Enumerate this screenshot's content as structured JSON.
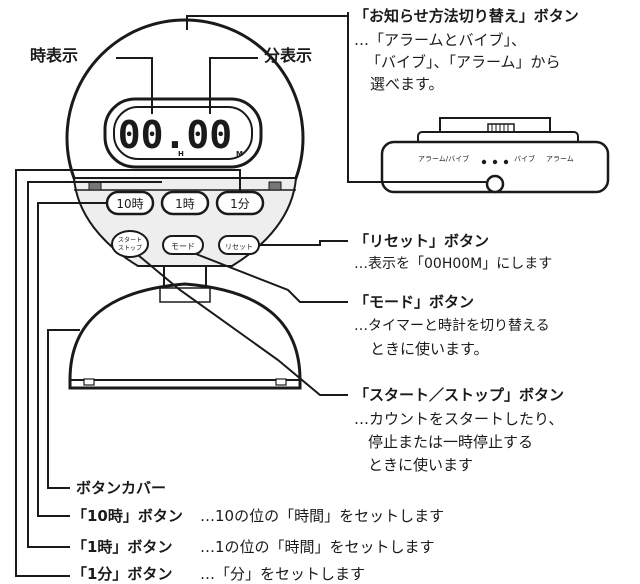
{
  "display": {
    "digits": "00.00",
    "hour_mark": "H",
    "minute_mark": "M"
  },
  "buttons": {
    "ten_hour": "10時",
    "one_hour": "1時",
    "one_minute": "1分",
    "start_stop_line1": "スタート",
    "start_stop_line2": "ストップ",
    "mode": "モード",
    "reset": "リセット"
  },
  "side_view": {
    "alarm_vibe": "アラーム/バイブ",
    "vibe": "バイブ",
    "alarm": "アラーム"
  },
  "labels": {
    "hour_display": "時表示",
    "minute_display": "分表示",
    "notify_switch_title": "「お知らせ方法切り替え」ボタン",
    "notify_switch_desc": [
      "…「アラームとバイブ」、",
      "「バイブ」、「アラーム」から",
      "選べます。"
    ],
    "reset_title": "「リセット」ボタン",
    "reset_desc": "…表示を「00H00M」にします",
    "mode_title": "「モード」ボタン",
    "mode_desc": [
      "…タイマーと時計を切り替える",
      "ときに使います。"
    ],
    "startstop_title": "「スタート／ストップ」ボタン",
    "startstop_desc": [
      "…カウントをスタートしたり、",
      "停止または一時停止する",
      "ときに使います"
    ],
    "button_cover": "ボタンカバー",
    "ten_hour_title": "「10時」ボタン",
    "ten_hour_desc": "…10の位の「時間」をセットします",
    "one_hour_title": "「1時」ボタン",
    "one_hour_desc": "…1の位の「時間」をセットします",
    "one_minute_title": "「1分」ボタン",
    "one_minute_desc": "…「分」をセットします"
  }
}
